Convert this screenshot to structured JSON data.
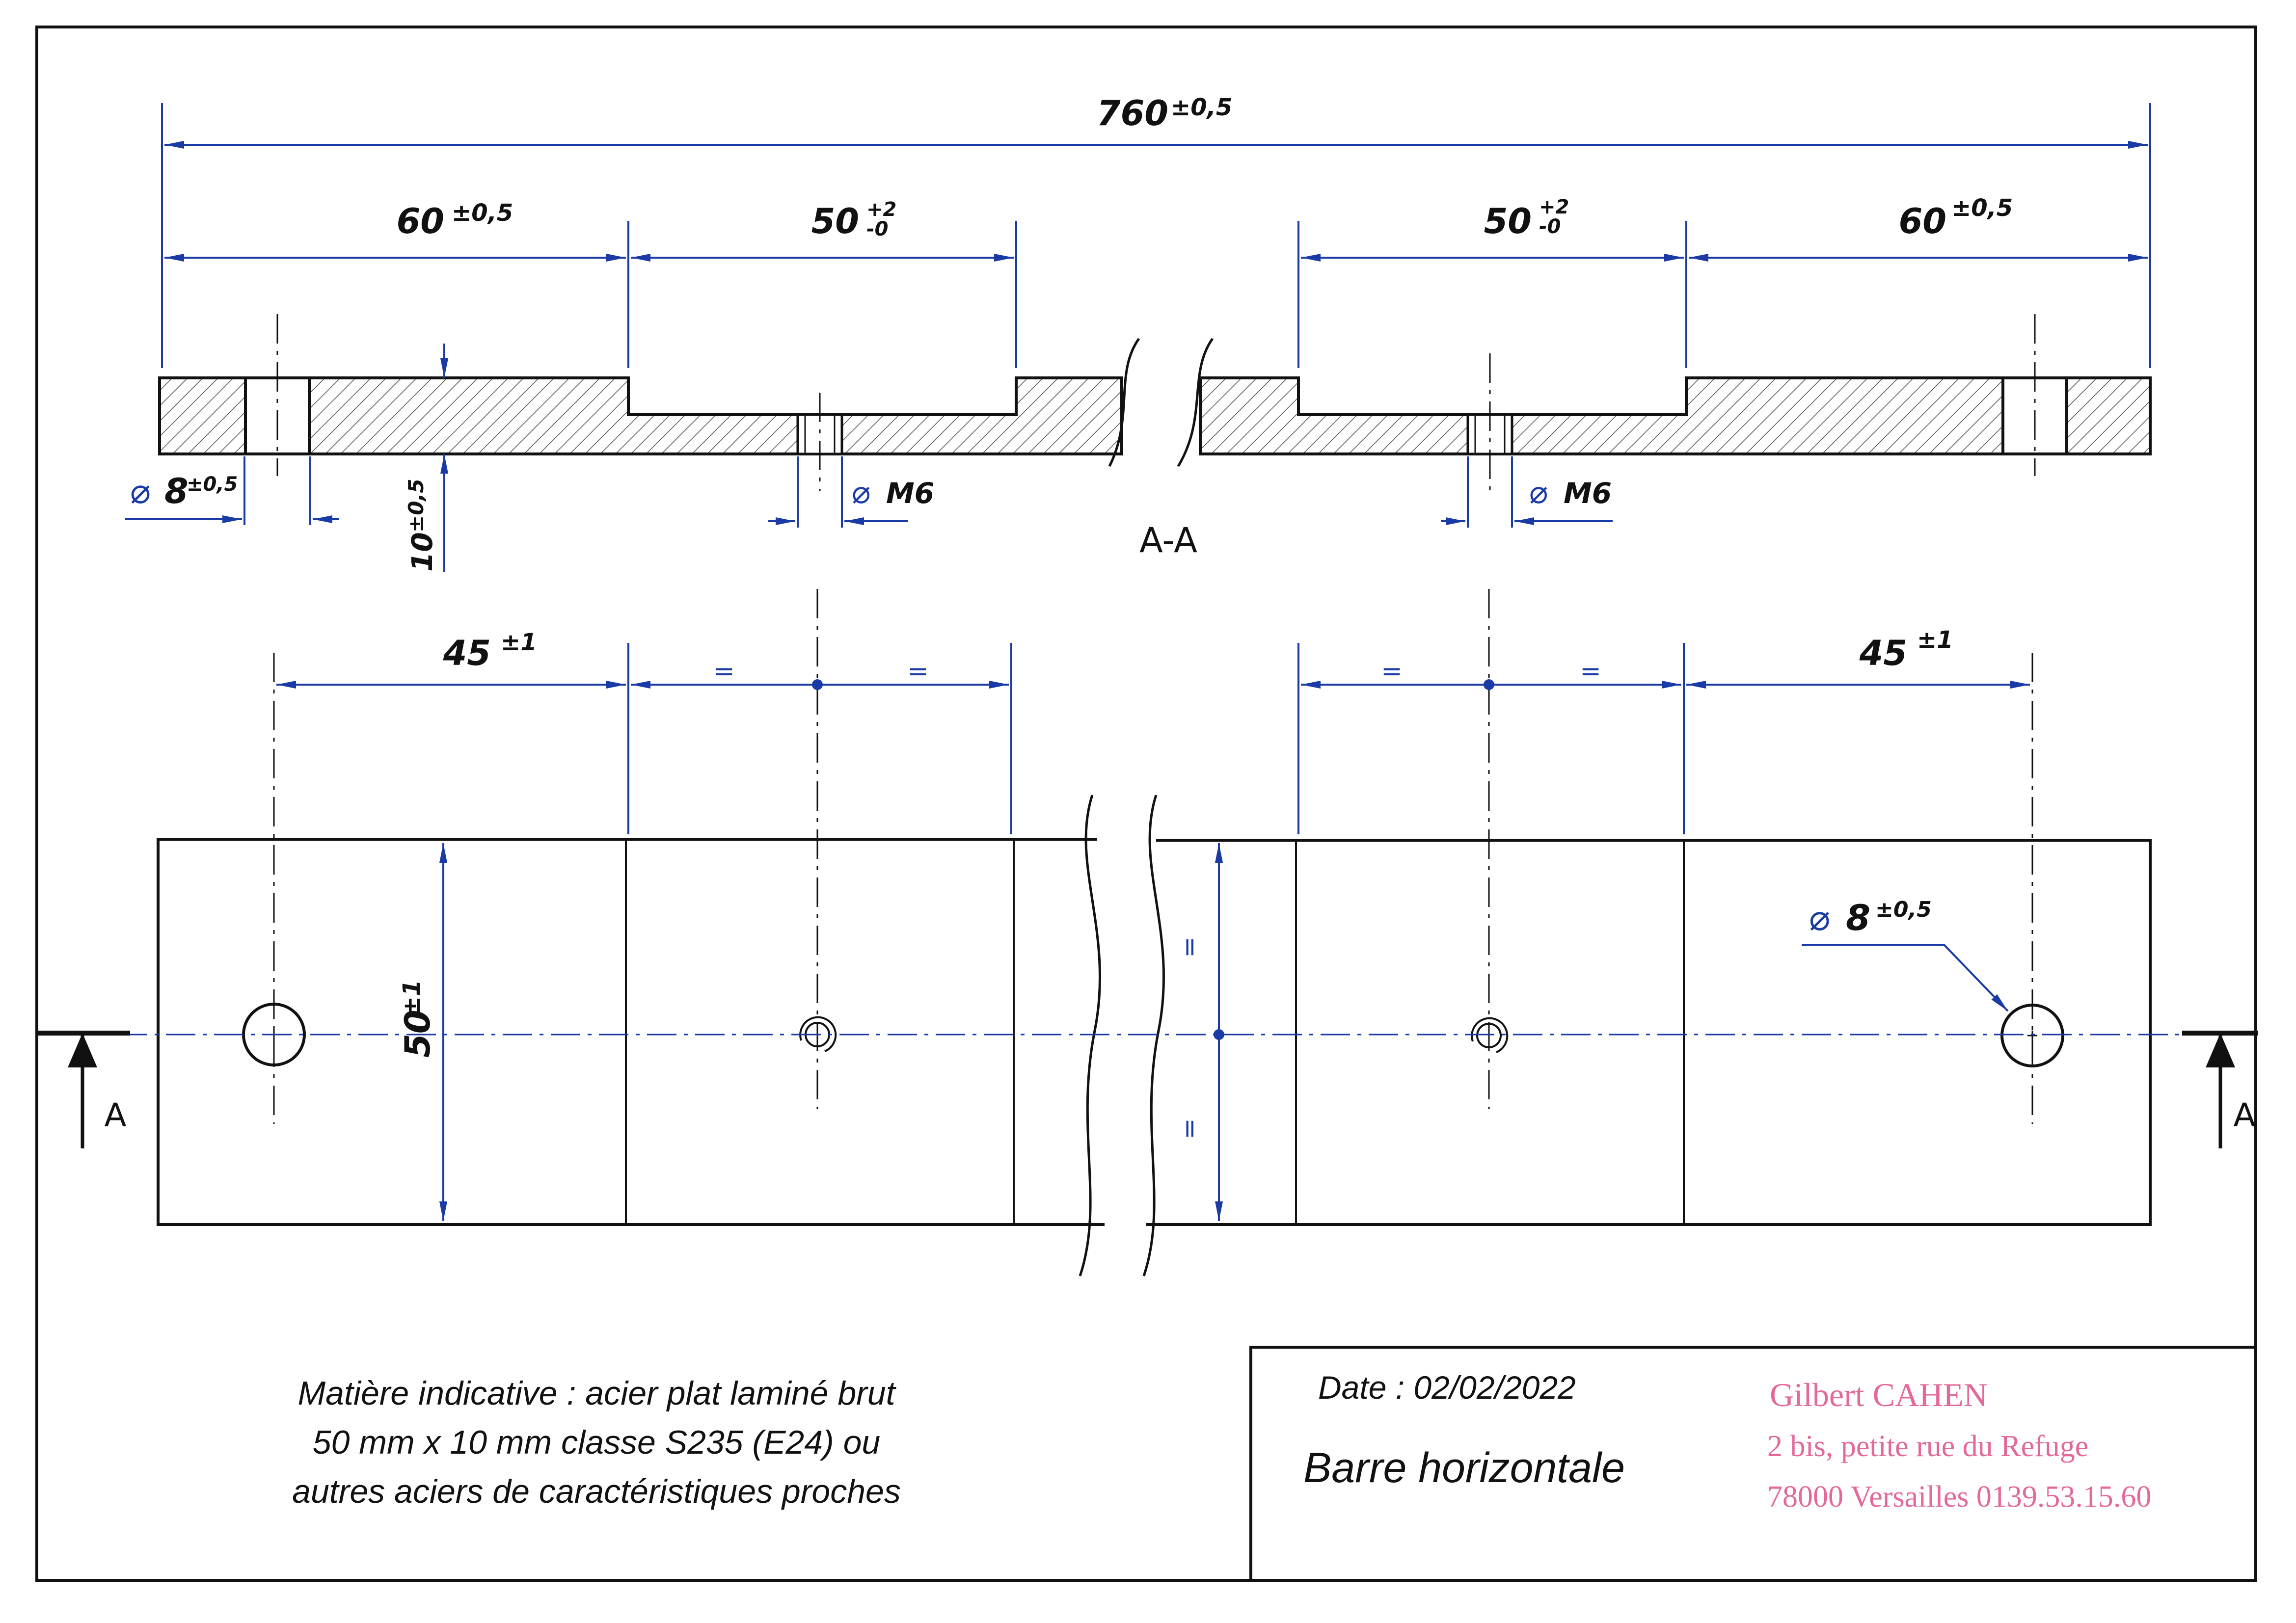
{
  "section_label": "A-A",
  "section_marker_left": "A",
  "section_marker_right": "A",
  "dimensions": {
    "overall": {
      "value": "760",
      "tol": "±0,5"
    },
    "left_end": {
      "value": "60",
      "tol": "±0,5"
    },
    "left_slot": {
      "value": "50",
      "tol_upper": "+2",
      "tol_lower": "-0"
    },
    "right_slot": {
      "value": "50",
      "tol_upper": "+2",
      "tol_lower": "-0"
    },
    "right_end": {
      "value": "60",
      "tol": "±0,5"
    },
    "hole_left": {
      "symbol": "⌀",
      "value": "8",
      "tol": "±0,5"
    },
    "hole_right": {
      "symbol": "⌀",
      "value": "8",
      "tol": "±0,5"
    },
    "thread_left": {
      "symbol": "⌀",
      "value": "M6"
    },
    "thread_right": {
      "symbol": "⌀",
      "value": "M6"
    },
    "thickness": {
      "value": "10",
      "tol": "±0,5"
    },
    "hole_pos_left": {
      "value": "45",
      "tol": "±1"
    },
    "hole_pos_right": {
      "value": "45",
      "tol": "±1"
    },
    "width": {
      "value": "50",
      "tol": "±1"
    },
    "equal_sign": "="
  },
  "material_note": [
    "Matière indicative : acier plat laminé brut",
    "50 mm x 10 mm classe S235 (E24) ou",
    "autres aciers de caractéristiques proches"
  ],
  "title_block": {
    "date": "Date : 02/02/2022",
    "title": "Barre horizontale"
  },
  "stamp": {
    "line1": "Gilbert CAHEN",
    "line2": "2 bis, petite rue du Refuge",
    "line3": "78000 Versailles 0139.53.15.60"
  },
  "colors": {
    "ink": "#111111",
    "dimension_blue": "#1a3aa6",
    "stamp_pink": "#e4689a"
  }
}
